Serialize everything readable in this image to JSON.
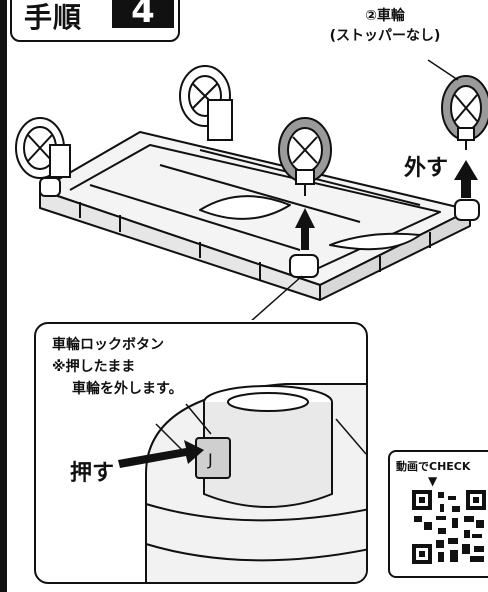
{
  "step": {
    "label": "手順",
    "number": "4"
  },
  "wheel_caption": {
    "line1": "②車輪",
    "line2": "(ストッパーなし)"
  },
  "remove_label": "外す",
  "callout": {
    "line1": "車輪ロックボタン",
    "line2": "※押したまま",
    "line3": "車輪を外します。"
  },
  "push_label": "押す",
  "video_box": {
    "label": "動画でCHECK",
    "arrow": "▼"
  },
  "colors": {
    "ink": "#111111",
    "wheel_gray": "#9a9a9a",
    "light_gray": "#e6e6e6"
  }
}
